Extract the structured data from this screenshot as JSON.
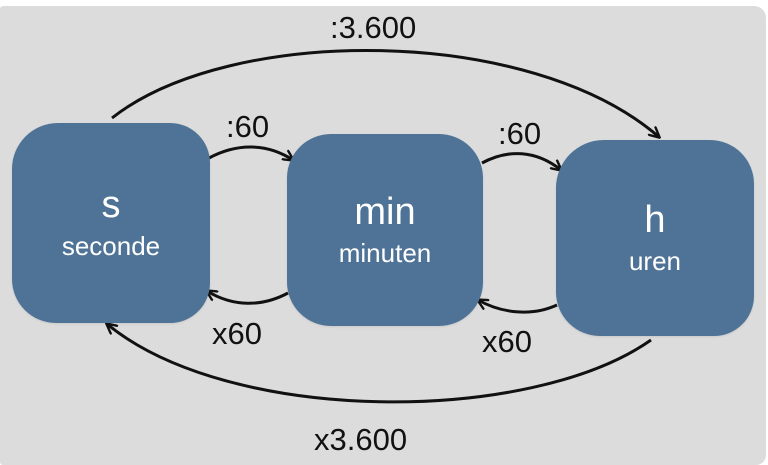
{
  "nodes": {
    "seconds": {
      "symbol": "s",
      "word": "seconde"
    },
    "minutes": {
      "symbol": "min",
      "word": "minuten"
    },
    "hours": {
      "symbol": "h",
      "word": "uren"
    }
  },
  "labels": {
    "s_to_h": ":3.600",
    "s_to_min": ":60",
    "min_to_h": ":60",
    "min_to_s": "x60",
    "h_to_min": "x60",
    "h_to_s": "x3.600"
  },
  "colors": {
    "background": "#dcdcdc",
    "node_fill": "#4f7396",
    "node_text": "#ffffff",
    "arrow": "#111111"
  }
}
